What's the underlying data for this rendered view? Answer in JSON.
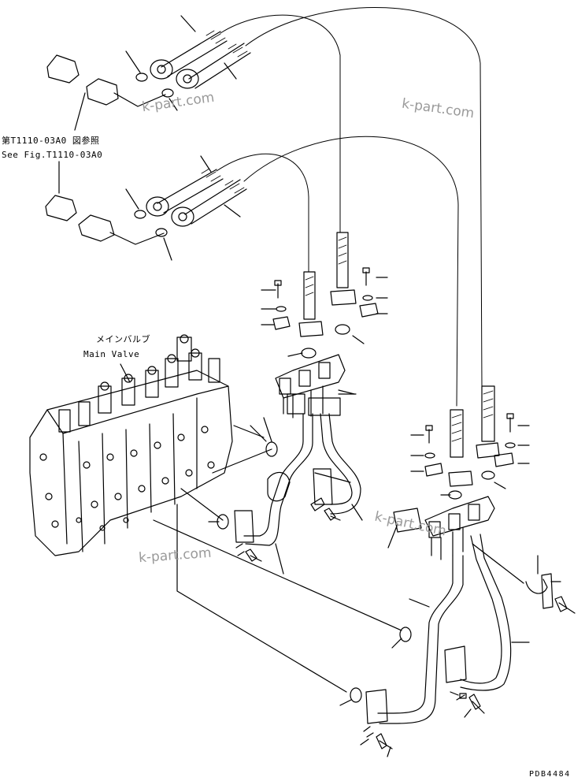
{
  "labels": {
    "ref_jp": "第T1110-03A0 図参照",
    "ref_en": "See Fig.T1110-03A0",
    "main_valve_jp": "メインバルブ",
    "main_valve_en": "Main Valve",
    "drawing_no": "PDB4484"
  },
  "watermarks": [
    "k-part.com",
    "k-part.com",
    "k-part.com",
    "k-part.com"
  ],
  "colors": {
    "line": "#000000",
    "watermark": "#9a9a9a",
    "background": "#ffffff"
  }
}
